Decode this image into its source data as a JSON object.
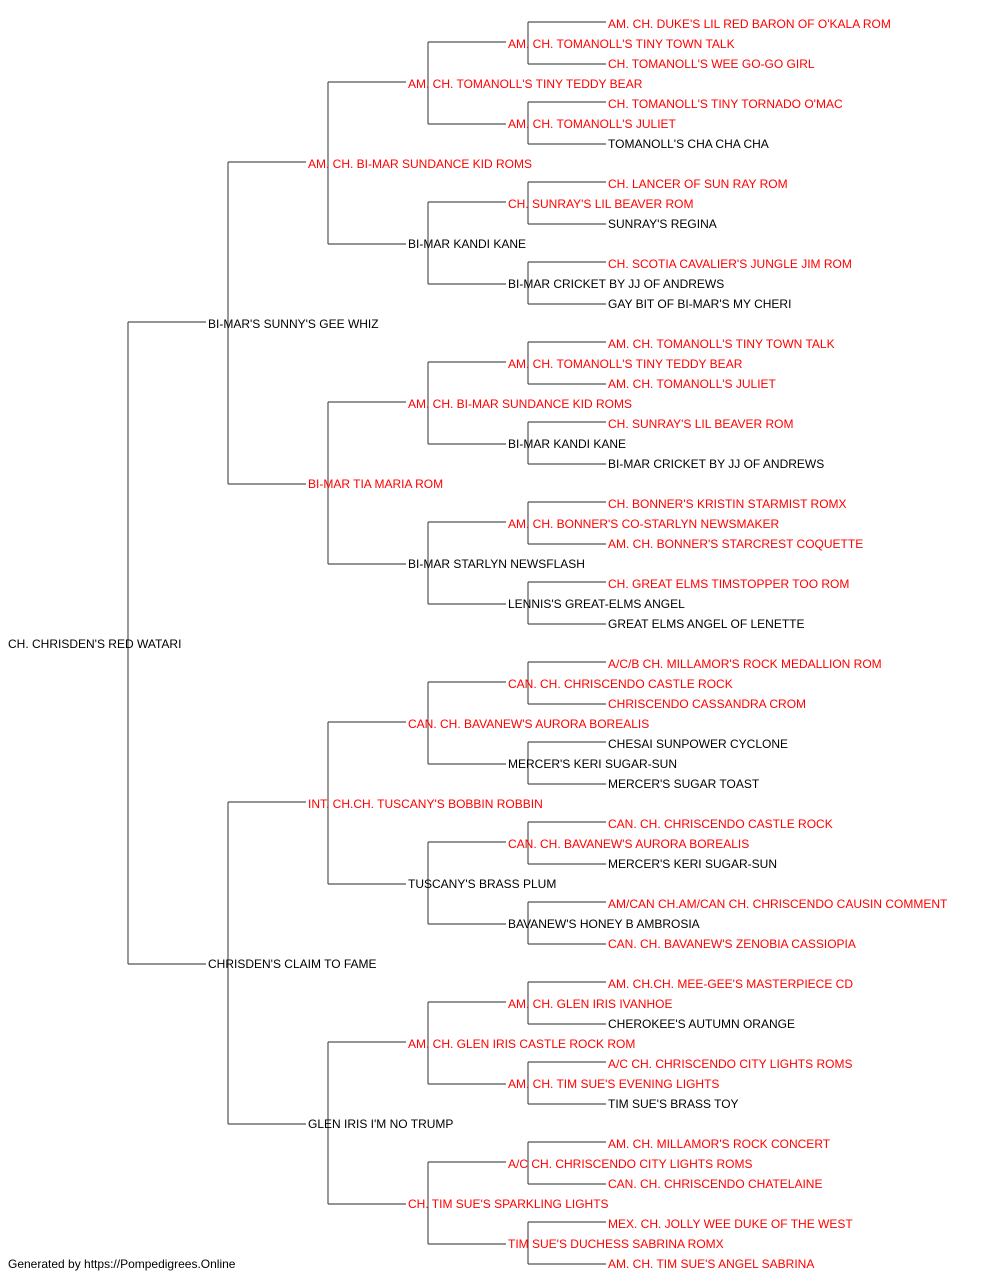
{
  "colors": {
    "champion": "#ff0000",
    "normal": "#000000",
    "lines": "#555555"
  },
  "pedigree": {
    "name": "CH. CHRISDEN'S RED WATARI",
    "champ": false,
    "sire": {
      "name": "BI-MAR'S SUNNY'S GEE WHIZ",
      "champ": false,
      "sire": {
        "name": "AM. CH. BI-MAR SUNDANCE KID ROMS",
        "champ": true,
        "sire": {
          "name": "AM. CH. TOMANOLL'S TINY TEDDY BEAR",
          "champ": true,
          "sire": {
            "name": "AM. CH. TOMANOLL'S TINY TOWN TALK",
            "champ": true,
            "sire": {
              "name": "AM. CH. DUKE'S LIL RED BARON OF O'KALA ROM",
              "champ": true
            },
            "dam": {
              "name": "CH. TOMANOLL'S WEE GO-GO GIRL",
              "champ": true
            }
          },
          "dam": {
            "name": "AM. CH. TOMANOLL'S JULIET",
            "champ": true,
            "sire": {
              "name": "CH. TOMANOLL'S TINY TORNADO O'MAC",
              "champ": true
            },
            "dam": {
              "name": "TOMANOLL'S CHA CHA CHA",
              "champ": false
            }
          }
        },
        "dam": {
          "name": "BI-MAR KANDI KANE",
          "champ": false,
          "sire": {
            "name": "CH. SUNRAY'S LIL BEAVER ROM",
            "champ": true,
            "sire": {
              "name": "CH. LANCER OF SUN RAY ROM",
              "champ": true
            },
            "dam": {
              "name": "SUNRAY'S REGINA",
              "champ": false
            }
          },
          "dam": {
            "name": "BI-MAR CRICKET BY JJ OF ANDREWS",
            "champ": false,
            "sire": {
              "name": "CH. SCOTIA CAVALIER'S JUNGLE JIM ROM",
              "champ": true
            },
            "dam": {
              "name": "GAY BIT OF BI-MAR'S MY CHERI",
              "champ": false
            }
          }
        }
      },
      "dam": {
        "name": "BI-MAR TIA MARIA ROM",
        "champ": true,
        "sire": {
          "name": "AM. CH. BI-MAR SUNDANCE KID ROMS",
          "champ": true,
          "sire": {
            "name": "AM. CH. TOMANOLL'S TINY TEDDY BEAR",
            "champ": true,
            "sire": {
              "name": "AM. CH. TOMANOLL'S TINY TOWN TALK",
              "champ": true
            },
            "dam": {
              "name": "AM. CH. TOMANOLL'S JULIET",
              "champ": true
            }
          },
          "dam": {
            "name": "BI-MAR KANDI KANE",
            "champ": false,
            "sire": {
              "name": "CH. SUNRAY'S LIL BEAVER ROM",
              "champ": true
            },
            "dam": {
              "name": "BI-MAR CRICKET BY JJ OF ANDREWS",
              "champ": false
            }
          }
        },
        "dam": {
          "name": "BI-MAR STARLYN NEWSFLASH",
          "champ": false,
          "sire": {
            "name": "AM. CH. BONNER'S CO-STARLYN NEWSMAKER",
            "champ": true,
            "sire": {
              "name": "CH. BONNER'S KRISTIN STARMIST ROMX",
              "champ": true
            },
            "dam": {
              "name": "AM. CH. BONNER'S STARCREST COQUETTE",
              "champ": true
            }
          },
          "dam": {
            "name": "LENNIS'S GREAT-ELMS ANGEL",
            "champ": false,
            "sire": {
              "name": "CH. GREAT ELMS TIMSTOPPER TOO ROM",
              "champ": true
            },
            "dam": {
              "name": "GREAT ELMS ANGEL OF LENETTE",
              "champ": false
            }
          }
        }
      }
    },
    "dam": {
      "name": "CHRISDEN'S CLAIM TO FAME",
      "champ": false,
      "sire": {
        "name": "INT. CH.CH. TUSCANY'S BOBBIN ROBBIN",
        "champ": true,
        "sire": {
          "name": "CAN. CH. BAVANEW'S AURORA BOREALIS",
          "champ": true,
          "sire": {
            "name": "CAN. CH. CHRISCENDO CASTLE ROCK",
            "champ": true,
            "sire": {
              "name": "A/C/B CH. MILLAMOR'S ROCK MEDALLION ROM",
              "champ": true
            },
            "dam": {
              "name": "CHRISCENDO CASSANDRA CROM",
              "champ": true
            }
          },
          "dam": {
            "name": "MERCER'S KERI SUGAR-SUN",
            "champ": false,
            "sire": {
              "name": "CHESAI SUNPOWER CYCLONE",
              "champ": false
            },
            "dam": {
              "name": "MERCER'S SUGAR TOAST",
              "champ": false
            }
          }
        },
        "dam": {
          "name": "TUSCANY'S BRASS PLUM",
          "champ": false,
          "sire": {
            "name": "CAN. CH. BAVANEW'S AURORA BOREALIS",
            "champ": true,
            "sire": {
              "name": "CAN. CH. CHRISCENDO CASTLE ROCK",
              "champ": true
            },
            "dam": {
              "name": "MERCER'S KERI SUGAR-SUN",
              "champ": false
            }
          },
          "dam": {
            "name": "BAVANEW'S HONEY B AMBROSIA",
            "champ": false,
            "sire": {
              "name": "AM/CAN CH.AM/CAN CH. CHRISCENDO CAUSIN COMMENT",
              "champ": true
            },
            "dam": {
              "name": "CAN. CH. BAVANEW'S ZENOBIA CASSIOPIA",
              "champ": true
            }
          }
        }
      },
      "dam": {
        "name": "GLEN IRIS I'M NO TRUMP",
        "champ": false,
        "sire": {
          "name": "AM. CH. GLEN IRIS CASTLE ROCK ROM",
          "champ": true,
          "sire": {
            "name": "AM. CH. GLEN IRIS IVANHOE",
            "champ": true,
            "sire": {
              "name": "AM. CH.CH. MEE-GEE'S MASTERPIECE CD",
              "champ": true
            },
            "dam": {
              "name": "CHEROKEE'S AUTUMN ORANGE",
              "champ": false
            }
          },
          "dam": {
            "name": "AM. CH. TIM SUE'S EVENING LIGHTS",
            "champ": true,
            "sire": {
              "name": "A/C CH. CHRISCENDO CITY LIGHTS ROMS",
              "champ": true
            },
            "dam": {
              "name": "TIM SUE'S BRASS TOY",
              "champ": false
            }
          }
        },
        "dam": {
          "name": "CH. TIM SUE'S SPARKLING LIGHTS",
          "champ": true,
          "sire": {
            "name": "A/C CH. CHRISCENDO CITY LIGHTS ROMS",
            "champ": true,
            "sire": {
              "name": "AM. CH. MILLAMOR'S ROCK CONCERT",
              "champ": true
            },
            "dam": {
              "name": "CAN. CH. CHRISCENDO CHATELAINE",
              "champ": true
            }
          },
          "dam": {
            "name": "TIM SUE'S DUCHESS SABRINA ROMX",
            "champ": true,
            "sire": {
              "name": "MEX. CH. JOLLY WEE DUKE OF THE WEST",
              "champ": true
            },
            "dam": {
              "name": "AM. CH. TIM SUE'S ANGEL SABRINA",
              "champ": true
            }
          }
        }
      }
    }
  },
  "footer": "Generated by https://Pompedigrees.Online"
}
